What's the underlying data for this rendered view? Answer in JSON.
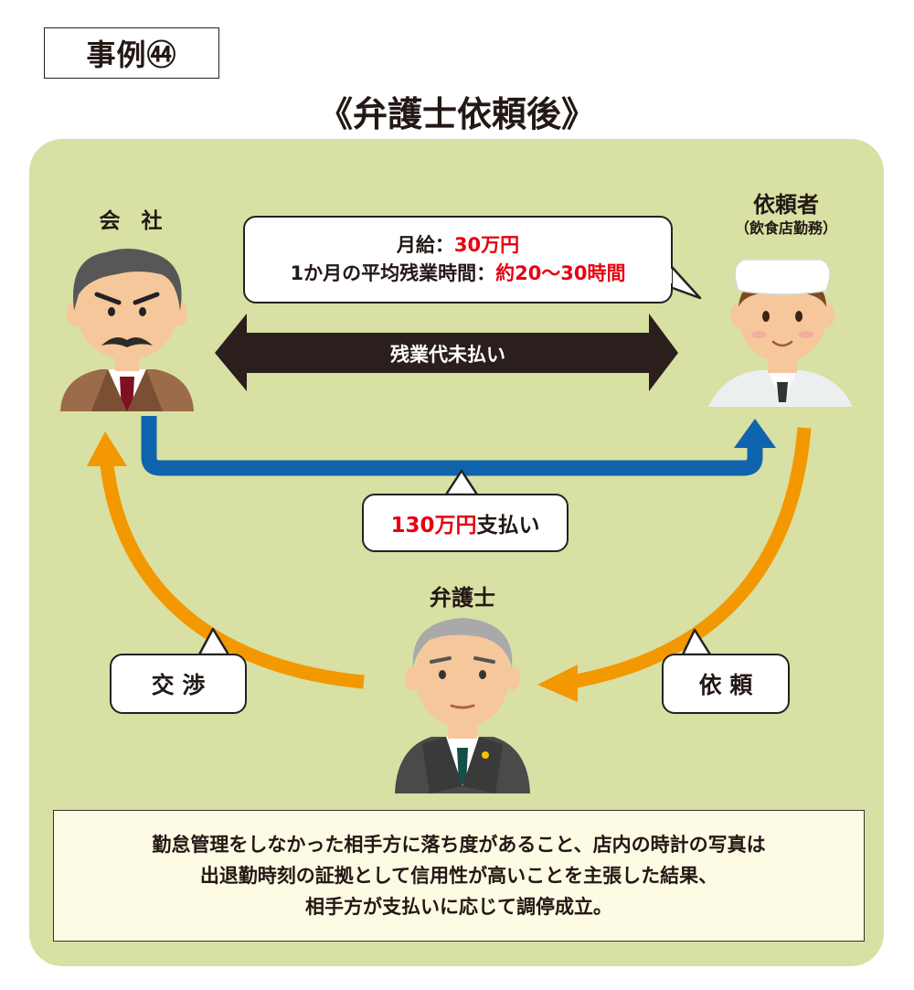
{
  "case_label": "事例㊹",
  "title": "《弁護士依頼後》",
  "company": {
    "label": "会　社"
  },
  "client": {
    "label": "依頼者",
    "sublabel": "（飲食店勤務）"
  },
  "lawyer": {
    "label": "弁護士"
  },
  "info_bubble": {
    "salary_label": "月給：",
    "salary_value": "30万円",
    "overtime_label": "1か月の平均残業時間：",
    "overtime_value": "約20〜30時間"
  },
  "dispute_arrow": {
    "label": "残業代未払い"
  },
  "payment_bubble": {
    "amount": "130万円",
    "text": "支払い"
  },
  "negotiation_bubble": {
    "label": "交 渉"
  },
  "request_bubble": {
    "label": "依 頼"
  },
  "summary": {
    "line1": "勤怠管理をしなかった相手方に落ち度があること、店内の時計の写真は",
    "line2": "出退勤時刻の証拠として信用性が高いことを主張した結果、",
    "line3": "相手方が支払いに応じて調停成立。"
  },
  "colors": {
    "panel": "#d8e0a3",
    "blue_arrow": "#0f64ad",
    "orange_arrow": "#f39800",
    "dark_arrow": "#2a1f1c",
    "highlight_red": "#e60012",
    "summary_bg": "#fdfbe3"
  }
}
